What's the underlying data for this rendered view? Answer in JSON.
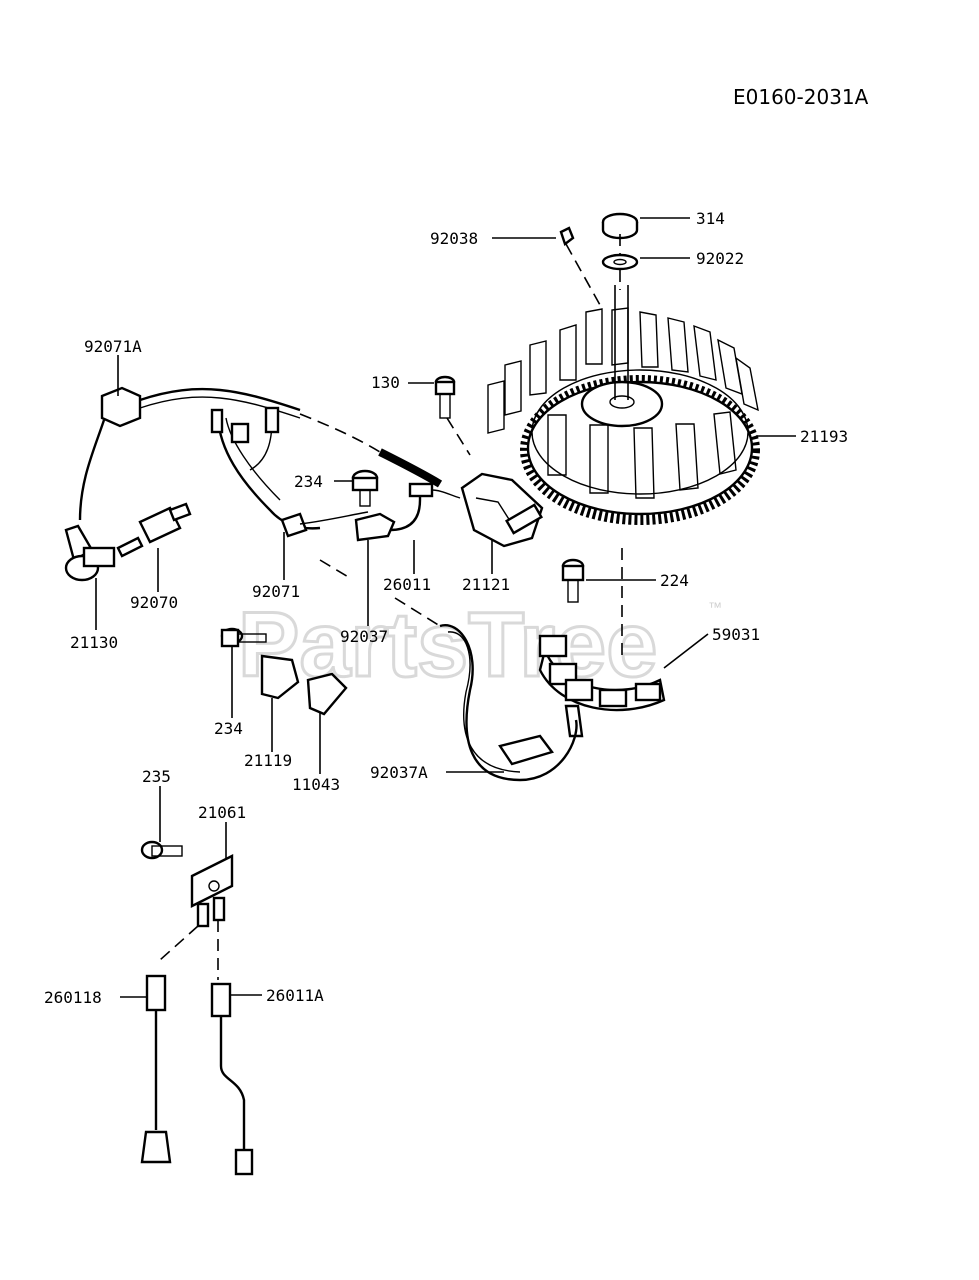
{
  "diagram_code": "E0160-2031A",
  "watermark": "PartsTree",
  "trademark": "™",
  "parts": [
    {
      "id": "314",
      "label": "314"
    },
    {
      "id": "92038",
      "label": "92038"
    },
    {
      "id": "92022",
      "label": "92022"
    },
    {
      "id": "92071A",
      "label": "92071A"
    },
    {
      "id": "130",
      "label": "130"
    },
    {
      "id": "21193",
      "label": "21193"
    },
    {
      "id": "234a",
      "label": "234"
    },
    {
      "id": "92071",
      "label": "92071"
    },
    {
      "id": "26011",
      "label": "26011"
    },
    {
      "id": "21121",
      "label": "21121"
    },
    {
      "id": "224",
      "label": "224"
    },
    {
      "id": "92070",
      "label": "92070"
    },
    {
      "id": "21130",
      "label": "21130"
    },
    {
      "id": "92037",
      "label": "92037"
    },
    {
      "id": "59031",
      "label": "59031"
    },
    {
      "id": "234b",
      "label": "234"
    },
    {
      "id": "21119",
      "label": "21119"
    },
    {
      "id": "11043",
      "label": "11043"
    },
    {
      "id": "92037A",
      "label": "92037A"
    },
    {
      "id": "235",
      "label": "235"
    },
    {
      "id": "21061",
      "label": "21061"
    },
    {
      "id": "260118",
      "label": "260118"
    },
    {
      "id": "26011A",
      "label": "26011A"
    }
  ]
}
